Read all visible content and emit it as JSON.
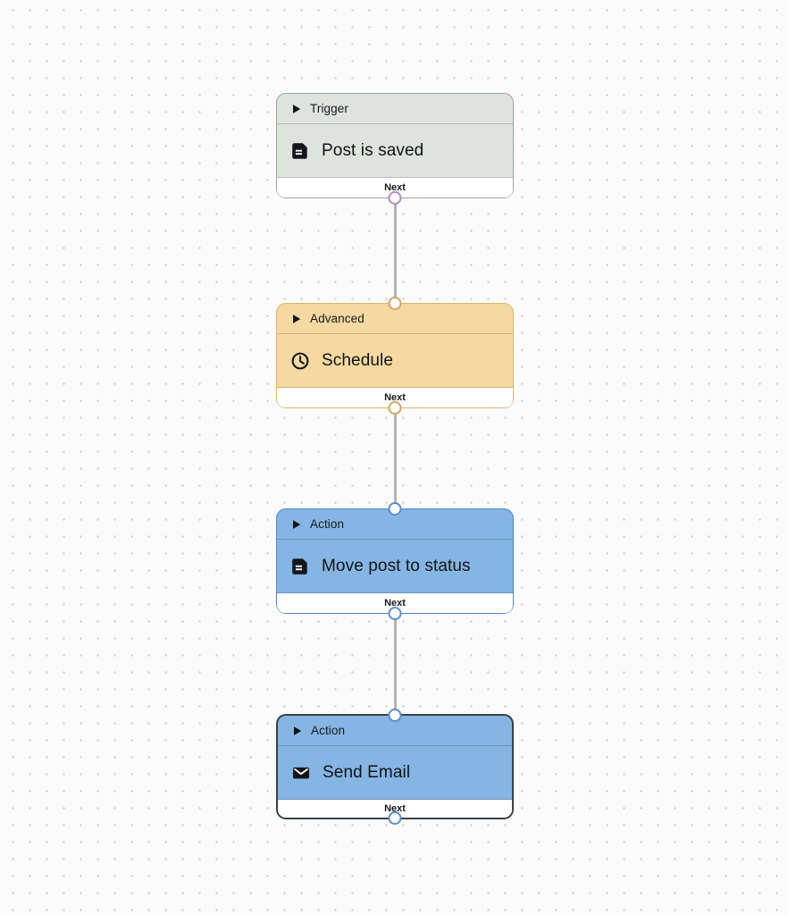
{
  "canvas": {
    "background": "#fbfbfb",
    "dot_color": "#d2d2d2",
    "edge_color": "#b3b3b3"
  },
  "nodes": [
    {
      "category": "Trigger",
      "title": "Post is saved",
      "icon": "document-icon",
      "next_label": "Next",
      "fill": "#dde3dd",
      "border_color": "#9ba49c",
      "port_color": "#b389be",
      "selected": false
    },
    {
      "category": "Advanced",
      "title": "Schedule",
      "icon": "clock-icon",
      "next_label": "Next",
      "fill": "#f6d9a0",
      "border_color": "#dcb46d",
      "port_color": "#d0a660",
      "selected": false
    },
    {
      "category": "Action",
      "title": "Move post to status",
      "icon": "document-icon",
      "next_label": "Next",
      "fill": "#85b5e3",
      "border_color": "#4d86c2",
      "port_color": "#5a8fc7",
      "selected": false
    },
    {
      "category": "Action",
      "title": "Send Email",
      "icon": "mail-icon",
      "next_label": "Next",
      "fill": "#85b5e3",
      "border_color": "#394047",
      "port_color": "#5a8fc7",
      "selected": true
    }
  ],
  "edges": [
    {
      "from": "Post is saved",
      "to": "Schedule"
    },
    {
      "from": "Schedule",
      "to": "Move post to status"
    },
    {
      "from": "Move post to status",
      "to": "Send Email"
    }
  ]
}
